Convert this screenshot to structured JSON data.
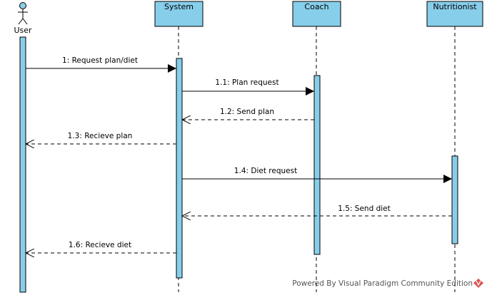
{
  "diagram": {
    "actor": {
      "label": "User"
    },
    "participants": [
      {
        "id": "system",
        "label": "System"
      },
      {
        "id": "coach",
        "label": "Coach"
      },
      {
        "id": "nutritionist",
        "label": "Nutritionist"
      }
    ],
    "messages": [
      {
        "id": "m1",
        "label": "1: Request plan/diet",
        "from": "user",
        "to": "system",
        "kind": "sync"
      },
      {
        "id": "m11",
        "label": "1.1: Plan request",
        "from": "system",
        "to": "coach",
        "kind": "sync"
      },
      {
        "id": "m12",
        "label": "1.2: Send plan",
        "from": "coach",
        "to": "system",
        "kind": "return"
      },
      {
        "id": "m13",
        "label": "1.3: Recieve plan",
        "from": "system",
        "to": "user",
        "kind": "return"
      },
      {
        "id": "m14",
        "label": "1.4: Diet request",
        "from": "system",
        "to": "nutritionist",
        "kind": "sync"
      },
      {
        "id": "m15",
        "label": "1.5: Send diet",
        "from": "nutritionist",
        "to": "system",
        "kind": "return"
      },
      {
        "id": "m16",
        "label": "1.6: Recieve diet",
        "from": "system",
        "to": "user",
        "kind": "return"
      }
    ],
    "colors": {
      "box_fill": "#87CEEB",
      "stroke": "#000000",
      "brand_red": "#d9534f"
    }
  },
  "watermark": {
    "text": "Powered By Visual Paradigm Community Edition"
  }
}
